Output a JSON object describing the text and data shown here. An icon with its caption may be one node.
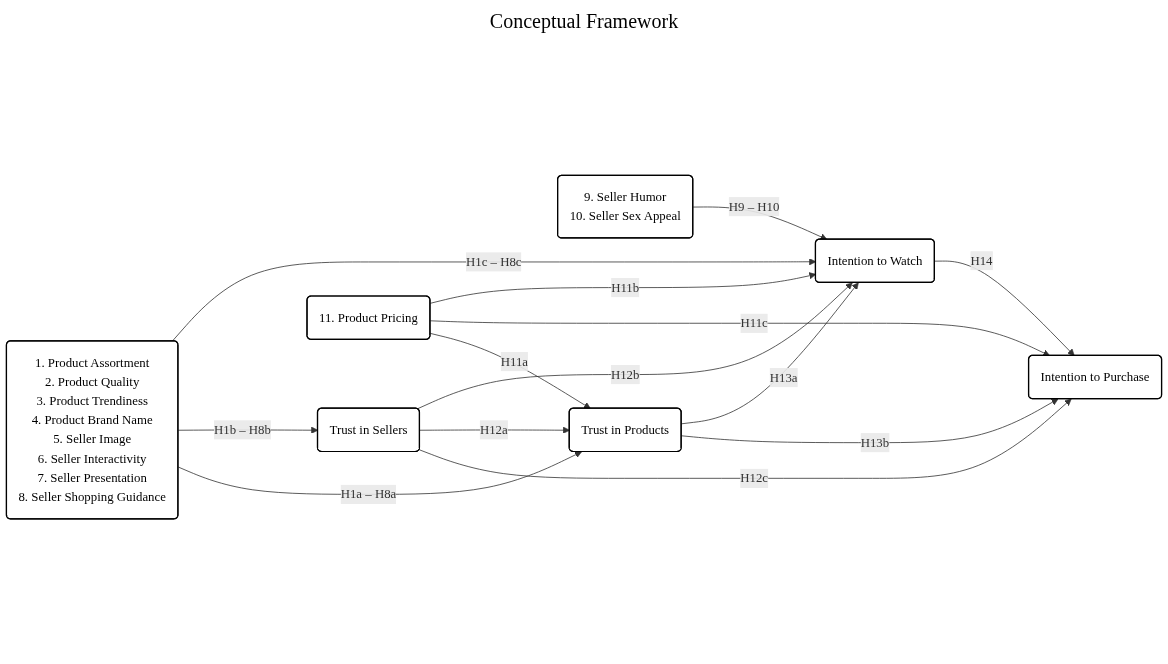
{
  "diagram": {
    "title": "Conceptual Framework",
    "nodes": [
      {
        "text": [
          "1. Product Assortment",
          "2. Product Quality",
          "3. Product Trendiness",
          "4. Product Brand Name",
          "5. Seller Image",
          "6. Seller Interactivity",
          "7. Seller Presentation",
          "8. Seller Shopping Guidance"
        ]
      },
      {
        "text": [
          "Trust in Sellers"
        ]
      },
      {
        "text": [
          "Intention to Watch"
        ]
      },
      {
        "text": [
          "9. Seller Humor",
          "10. Seller Sex Appeal"
        ]
      },
      {
        "text": [
          "Trust in Products"
        ]
      },
      {
        "text": [
          "Intention to Purchase"
        ]
      },
      {
        "text": [
          "11. Product Pricing"
        ]
      }
    ],
    "edges": [
      {
        "from": 0,
        "to": 2,
        "arrow": "to",
        "label": "H1c – H8c"
      },
      {
        "from": 0,
        "to": 1,
        "arrow": "to",
        "label": "H1b – H8b"
      },
      {
        "from": 0,
        "to": 4,
        "arrow": "to",
        "label": "H1a – H8a"
      },
      {
        "from": 3,
        "to": 2,
        "arrow": "to",
        "label": "H9 – H10"
      },
      {
        "from": 1,
        "to": 2,
        "arrow": "to",
        "label": "H12b"
      },
      {
        "from": 1,
        "to": 4,
        "arrow": "to",
        "label": "H12a"
      },
      {
        "from": 1,
        "to": 5,
        "arrow": "to",
        "label": "H12c"
      },
      {
        "from": 4,
        "to": 2,
        "arrow": "to",
        "label": "H13a"
      },
      {
        "from": 4,
        "to": 5,
        "arrow": "to",
        "label": "H13b"
      },
      {
        "from": 2,
        "to": 5,
        "arrow": "to",
        "label": "H14"
      },
      {
        "from": 6,
        "to": 2,
        "arrow": "to",
        "label": "H11b"
      },
      {
        "from": 6,
        "to": 5,
        "arrow": "to",
        "label": "H11c"
      },
      {
        "from": 6,
        "to": 4,
        "arrow": "to",
        "label": "H11a"
      }
    ]
  }
}
